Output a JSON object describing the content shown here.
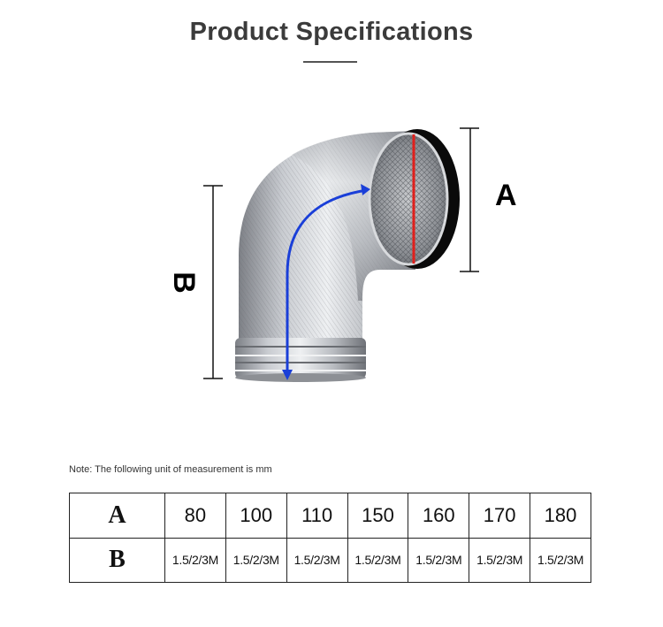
{
  "title": "Product Specifications",
  "figure": {
    "label_a": "A",
    "label_b": "B"
  },
  "note": "Note: The following unit of measurement is mm",
  "table": {
    "row_a": {
      "label": "A",
      "values": [
        "80",
        "100",
        "110",
        "150",
        "160",
        "170",
        "180"
      ]
    },
    "row_b": {
      "label": "B",
      "values": [
        "1.5/2/3M",
        "1.5/2/3M",
        "1.5/2/3M",
        "1.5/2/3M",
        "1.5/2/3M",
        "1.5/2/3M",
        "1.5/2/3M"
      ]
    }
  },
  "colors": {
    "title": "#3b3b3b",
    "path_arrow": "#1a3fd8",
    "diameter_marker": "#e0201c"
  }
}
